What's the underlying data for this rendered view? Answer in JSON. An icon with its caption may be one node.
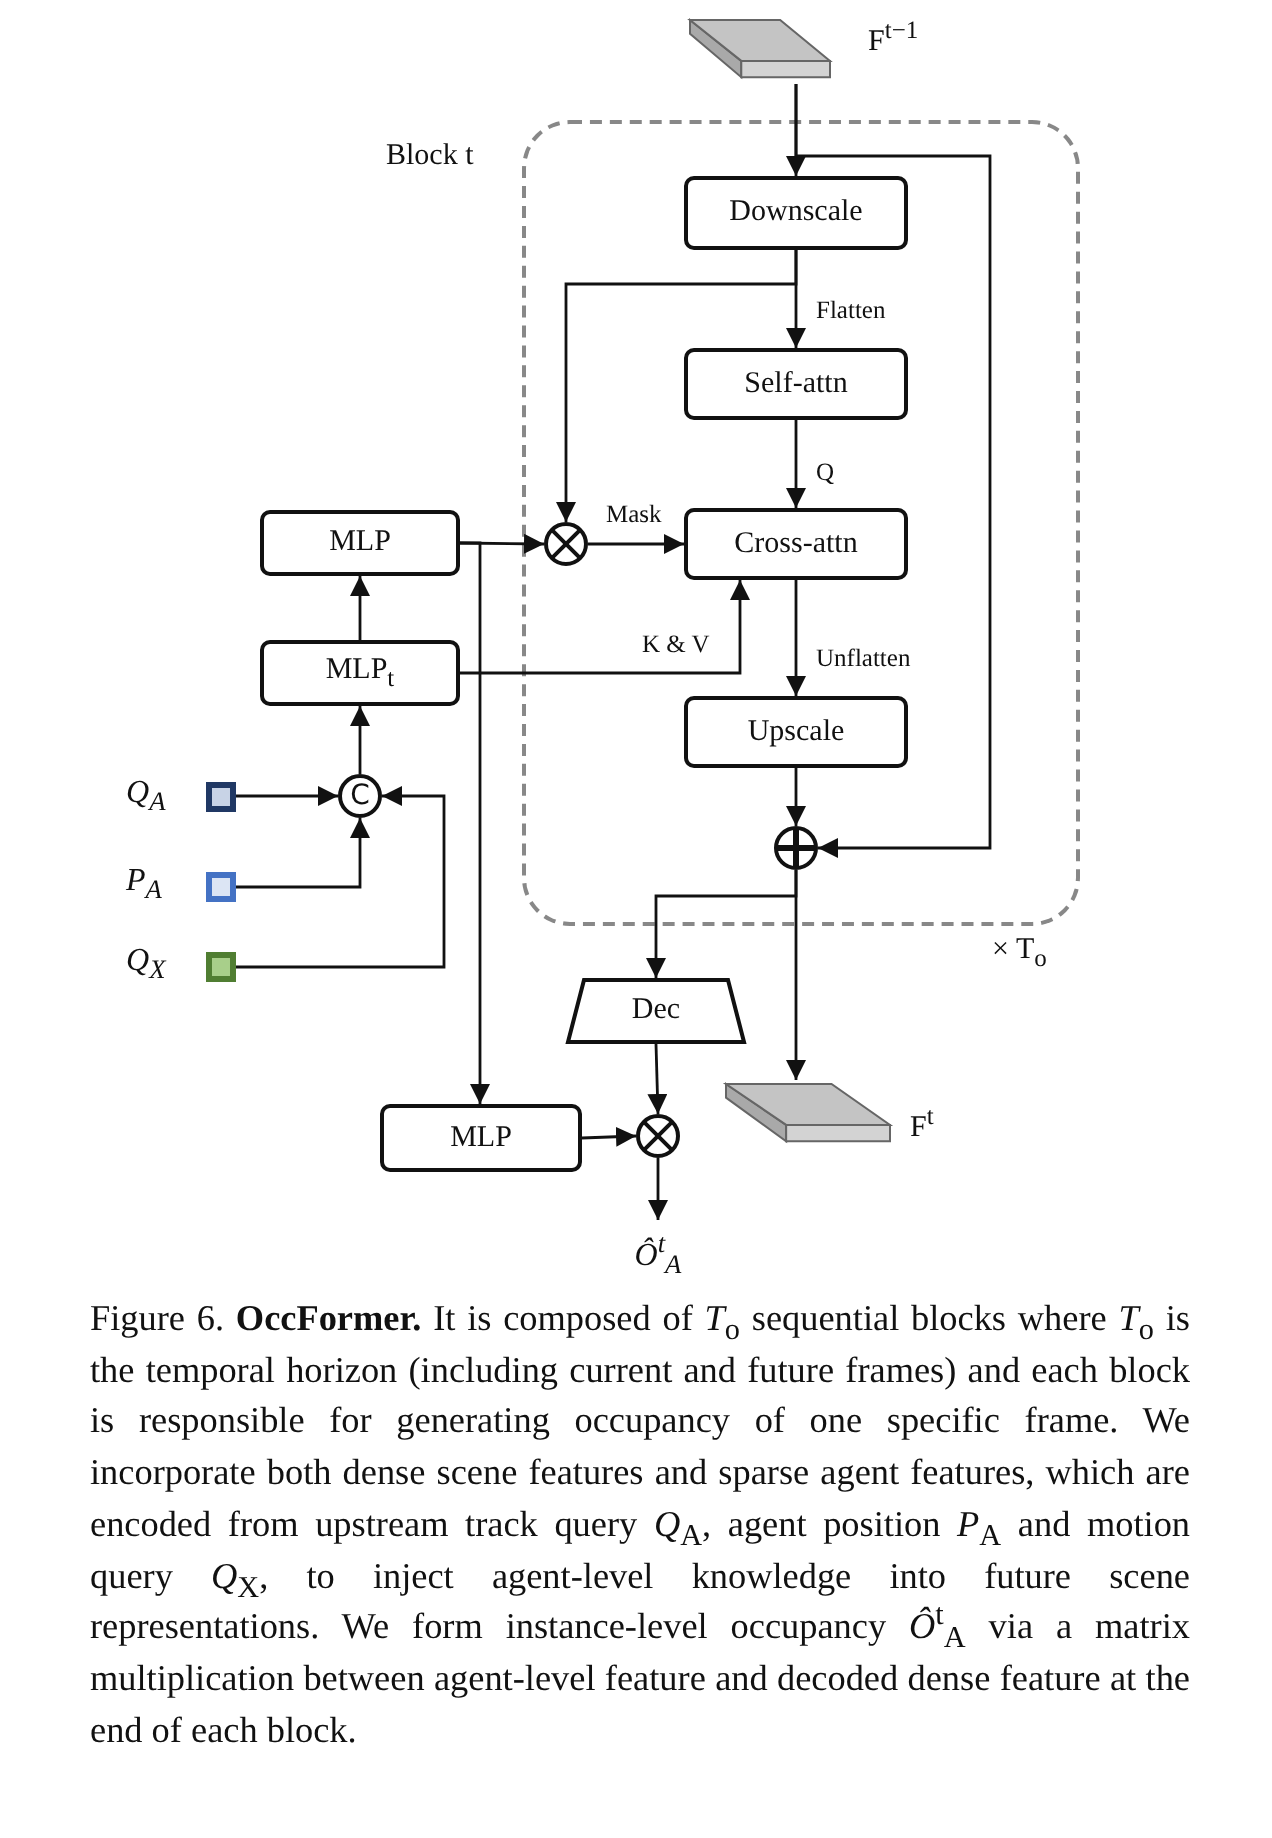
{
  "diagram": {
    "caption": "Figure 6. **OccFormer.** It is composed of *T*$_{o}$ sequential blocks where *T*$_{o}$ is the temporal horizon (including current and future frames) and each block is responsible for generating occupancy of one specific frame. We incorporate both dense scene features and sparse agent features, which are encoded from upstream track query *Q*$_{A}$, agent position *P*$_{A}$ and motion query *Q*$_{X}$, to inject agent-level knowledge into future scene representations. We form instance-level occupancy *Ô*$^{t}$$_{A}$ via a matrix multiplication between agent-level feature and decoded dense feature at the end of each block.",
    "nodes": [
      {
        "text": [],
        "shape": "box",
        "beside": [
          "F$^{t−1}$"
        ]
      },
      {
        "text": [
          "Block t"
        ],
        "beside": [
          "× T$_{o}$"
        ]
      },
      {
        "text": [
          "Downscale"
        ],
        "in": 1
      },
      {
        "text": [
          "Self-attn"
        ],
        "in": 1
      },
      {
        "text": [],
        "shape": "circle",
        "in": 1
      },
      {
        "text": [
          "Cross-attn"
        ],
        "in": 1
      },
      {
        "text": [
          "Upscale"
        ],
        "in": 1
      },
      {
        "text": [],
        "shape": "circle",
        "in": 1
      },
      {
        "text": [
          "MLP"
        ]
      },
      {
        "text": [
          "MLP$_{t}$"
        ]
      },
      {
        "text": [
          "C"
        ]
      },
      {
        "text": [],
        "shape": "box",
        "beside": [
          "Q$_{A}$"
        ]
      },
      {
        "text": [],
        "shape": "box",
        "beside": [
          "P$_{A}$"
        ]
      },
      {
        "text": [],
        "shape": "box",
        "beside": [
          "Q$_{X}$"
        ]
      },
      {
        "text": [
          "Dec"
        ]
      },
      {
        "text": [
          "MLP"
        ]
      },
      {
        "text": [],
        "shape": "circle"
      },
      {
        "text": [],
        "shape": "box",
        "beside": [
          "F$^{t}$"
        ]
      },
      {
        "text": [
          "Ô$^{t}$$_{A}$"
        ]
      }
    ],
    "edges": [
      {
        "from": 0,
        "to": 2,
        "arrow": "to"
      },
      {
        "from": 0,
        "to": 7,
        "arrow": "to"
      },
      {
        "from": 2,
        "to": 3,
        "arrow": "to",
        "label": "Flatten"
      },
      {
        "from": 2,
        "to": 4,
        "arrow": "to"
      },
      {
        "from": 3,
        "to": 5,
        "arrow": "to",
        "label": "Q"
      },
      {
        "from": 8,
        "to": 4,
        "arrow": "to"
      },
      {
        "from": 4,
        "to": 5,
        "arrow": "to",
        "label": "Mask"
      },
      {
        "from": 9,
        "to": 5,
        "arrow": "to",
        "label": "K & V"
      },
      {
        "from": 5,
        "to": 6,
        "arrow": "to",
        "label": "Unflatten"
      },
      {
        "from": 6,
        "to": 7,
        "arrow": "to"
      },
      {
        "from": 9,
        "to": 8,
        "arrow": "to"
      },
      {
        "from": 10,
        "to": 9,
        "arrow": "to"
      },
      {
        "from": 11,
        "to": 10,
        "arrow": "to"
      },
      {
        "from": 12,
        "to": 10,
        "arrow": "to"
      },
      {
        "from": 13,
        "to": 10,
        "arrow": "to"
      },
      {
        "from": 8,
        "to": 15,
        "arrow": "to"
      },
      {
        "from": 7,
        "to": 14,
        "arrow": "to"
      },
      {
        "from": 7,
        "to": 17,
        "arrow": "to"
      },
      {
        "from": 14,
        "to": 16,
        "arrow": "to"
      },
      {
        "from": 15,
        "to": 16,
        "arrow": "to"
      },
      {
        "from": 16,
        "to": 18,
        "arrow": "to"
      }
    ]
  }
}
